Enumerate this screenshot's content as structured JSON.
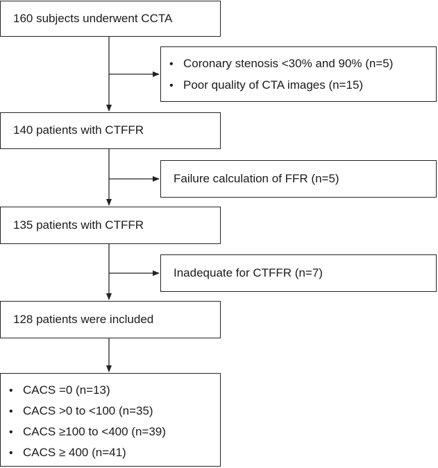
{
  "flowchart": {
    "main_steps": [
      {
        "label": "160 subjects underwent CCTA"
      },
      {
        "label": "140 patients with CTFFR"
      },
      {
        "label": "135 patients with CTFFR"
      },
      {
        "label": "128 patients were included"
      }
    ],
    "exclusions": [
      {
        "items": [
          "Coronary stenosis <30% and 90% (n=5)",
          "Poor quality of CTA images (n=15)"
        ]
      },
      {
        "items": [
          "Failure calculation of FFR (n=5)"
        ]
      },
      {
        "items": [
          "Inadequate for CTFFR (n=7)"
        ]
      }
    ],
    "final_groups": [
      "CACS =0 (n=13)",
      "CACS >0 to <100 (n=35)",
      "CACS ≥100 to <400 (n=39)",
      "CACS ≥ 400 (n=41)"
    ],
    "bullet_symbol": "•"
  }
}
